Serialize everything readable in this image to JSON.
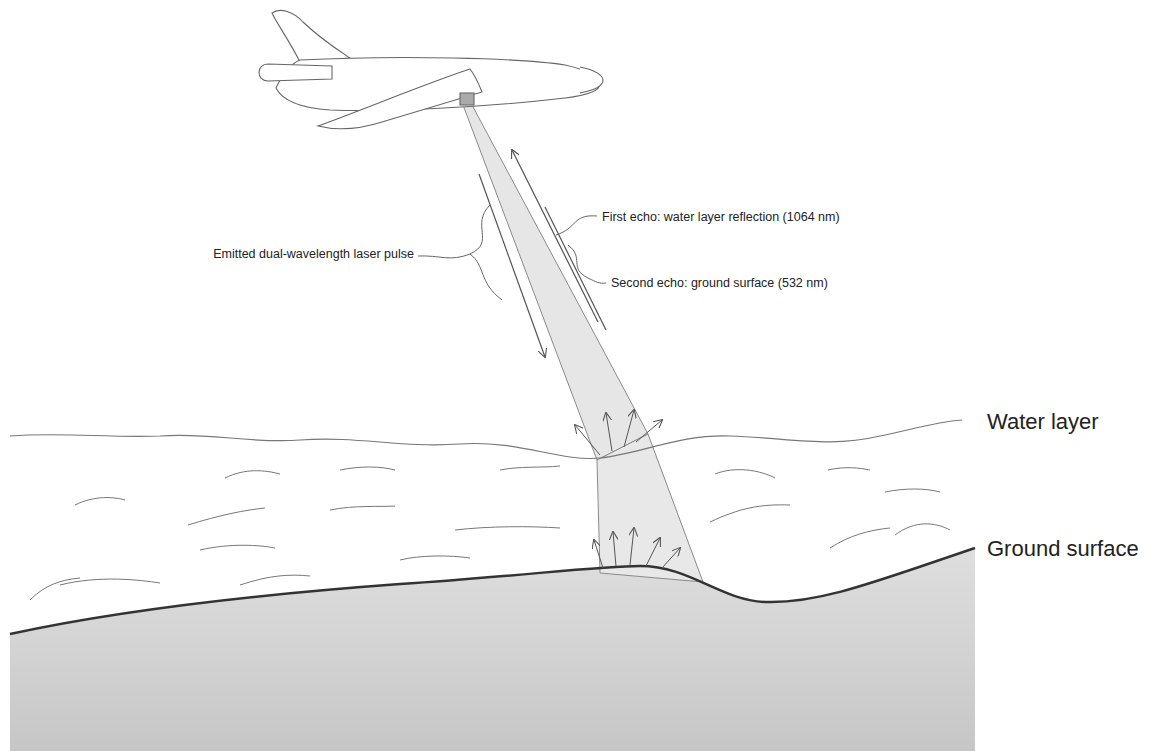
{
  "diagram": {
    "labels": [
      "Emitted dual-wavelength laser pulse",
      "First echo: water layer reflection (1064 nm)",
      "Second echo: ground surface (532 nm)",
      "Water layer",
      "Ground surface"
    ]
  }
}
